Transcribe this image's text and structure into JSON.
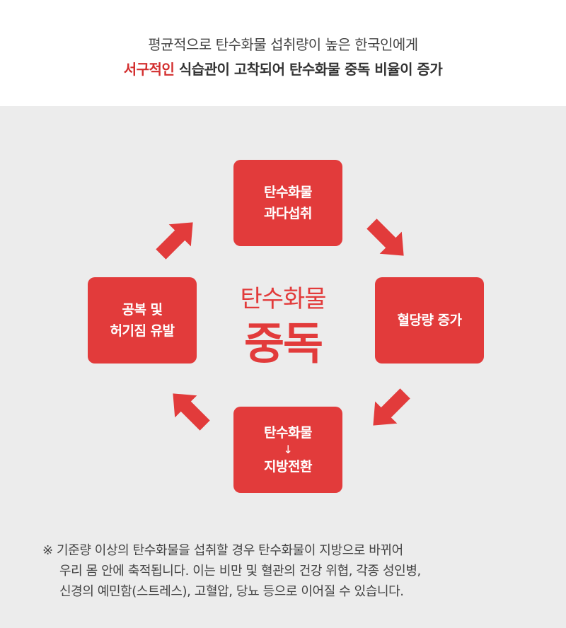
{
  "header": {
    "line1": "평균적으로 탄수화물 섭취량이 높은 한국인에게",
    "line2_accent": "서구적인",
    "line2_rest": " 식습관이 고착되어 탄수화물 중독 비율이 증가"
  },
  "diagram": {
    "center_top": "탄수화물",
    "center_big": "중독",
    "box_top": {
      "line1": "탄수화물",
      "line2": "과다섭취"
    },
    "box_right": {
      "line1": "혈당량 증가"
    },
    "box_bottom": {
      "line1": "탄수화물",
      "arrow": "↓",
      "line2": "지방전환"
    },
    "box_left": {
      "line1": "공복 및",
      "line2": "허기짐 유발"
    },
    "colors": {
      "accent": "#e23b3b",
      "panel": "#ececec"
    }
  },
  "note": {
    "mark": "※",
    "line1": " 기준량 이상의 탄수화물을 섭취할 경우 탄수화물이 지방으로 바뀌어",
    "line2": "우리  몸 안에 축적됩니다. 이는 비만 및 혈관의 건강 위협, 각종 성인병,",
    "line3": "신경의 예민함(스트레스), 고혈압, 당뇨 등으로 이어질 수 있습니다."
  }
}
